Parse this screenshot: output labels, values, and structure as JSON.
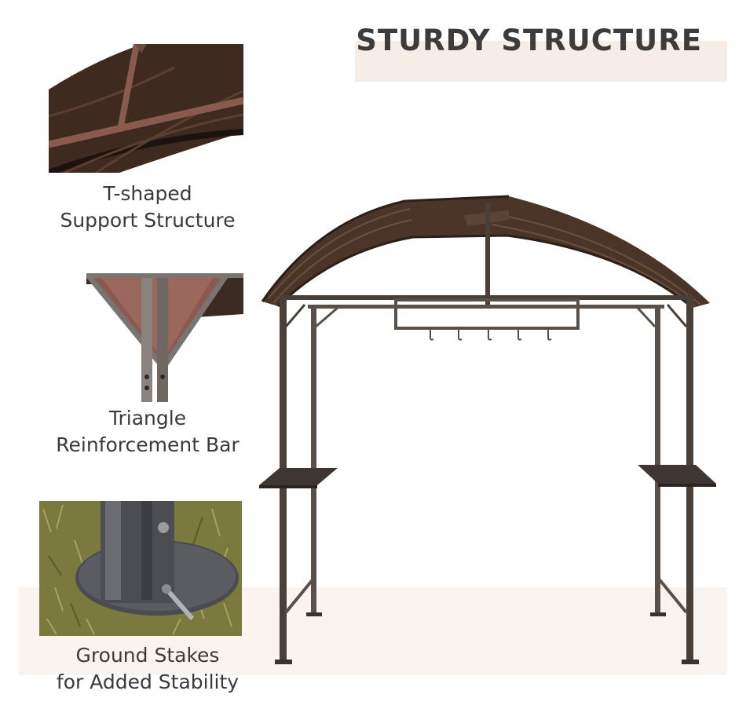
{
  "title": "STURDY STRUCTURE",
  "features": [
    {
      "line1": "T-shaped",
      "line2": "Support Structure",
      "icon": "t-shaped-support-photo"
    },
    {
      "line1": "Triangle",
      "line2": "Reinforcement Bar",
      "icon": "triangle-reinforcement-photo"
    },
    {
      "line1": "Ground Stakes",
      "line2": "for Added Stability",
      "icon": "ground-stake-photo"
    }
  ],
  "colors": {
    "canopy": "#4a3528",
    "frame": "#4a403a",
    "title_band": "#f5ede6",
    "bottom_band": "#f9f4f0",
    "text": "#3a3a3a"
  }
}
